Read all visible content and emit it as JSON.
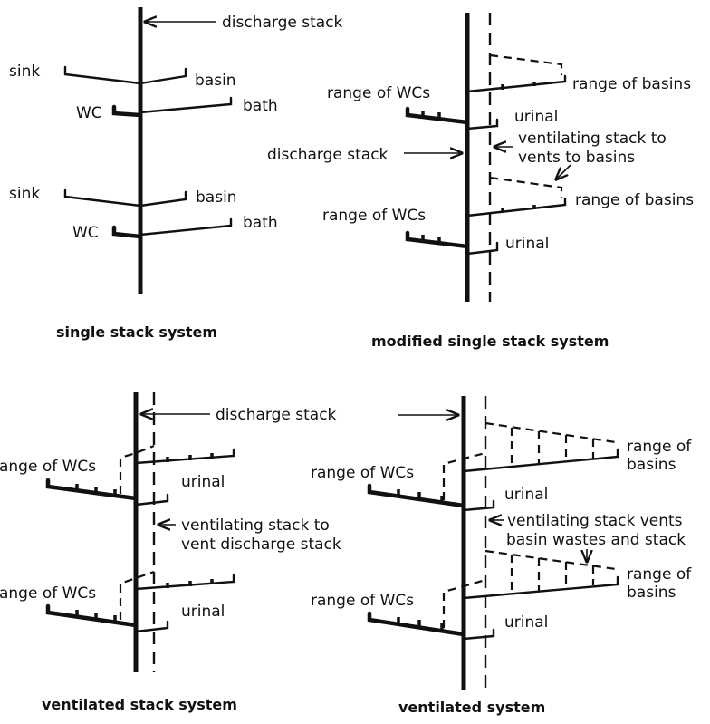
{
  "panels": {
    "single": {
      "caption": "single stack system",
      "discharge_stack": "discharge stack",
      "sink_upper": "sink",
      "basin_upper": "basin",
      "wc_upper": "WC",
      "bath_upper": "bath",
      "sink_lower": "sink",
      "basin_lower": "basin",
      "wc_lower": "WC",
      "bath_lower": "bath"
    },
    "modified": {
      "caption": "modified single stack system",
      "range_wcs_upper": "range of WCs",
      "range_basins_upper": "range of basins",
      "urinal_upper": "urinal",
      "discharge_stack": "discharge stack",
      "vent_line1": "ventilating stack to",
      "vent_line2": "vents to basins",
      "range_wcs_lower": "range of WCs",
      "range_basins_lower": "range of basins",
      "urinal_lower": "urinal"
    },
    "ventilated_stack": {
      "caption": "ventilated stack system",
      "discharge_stack": "discharge stack",
      "range_wcs_upper": "range of WCs",
      "urinal_upper": "urinal",
      "vent_line1": "ventilating stack to",
      "vent_line2": "vent discharge stack",
      "range_wcs_lower": "range of WCs",
      "urinal_lower": "urinal"
    },
    "ventilated": {
      "caption": "ventilated system",
      "range_wcs_upper": "range of WCs",
      "range_basins_upper_1": "range of",
      "range_basins_upper_2": "basins",
      "urinal_upper": "urinal",
      "vent_line1": "ventilating stack vents",
      "vent_line2": "basin wastes and stack",
      "range_wcs_lower": "range of WCs",
      "range_basins_lower_1": "range of",
      "range_basins_lower_2": "basins",
      "urinal_lower": "urinal"
    }
  }
}
